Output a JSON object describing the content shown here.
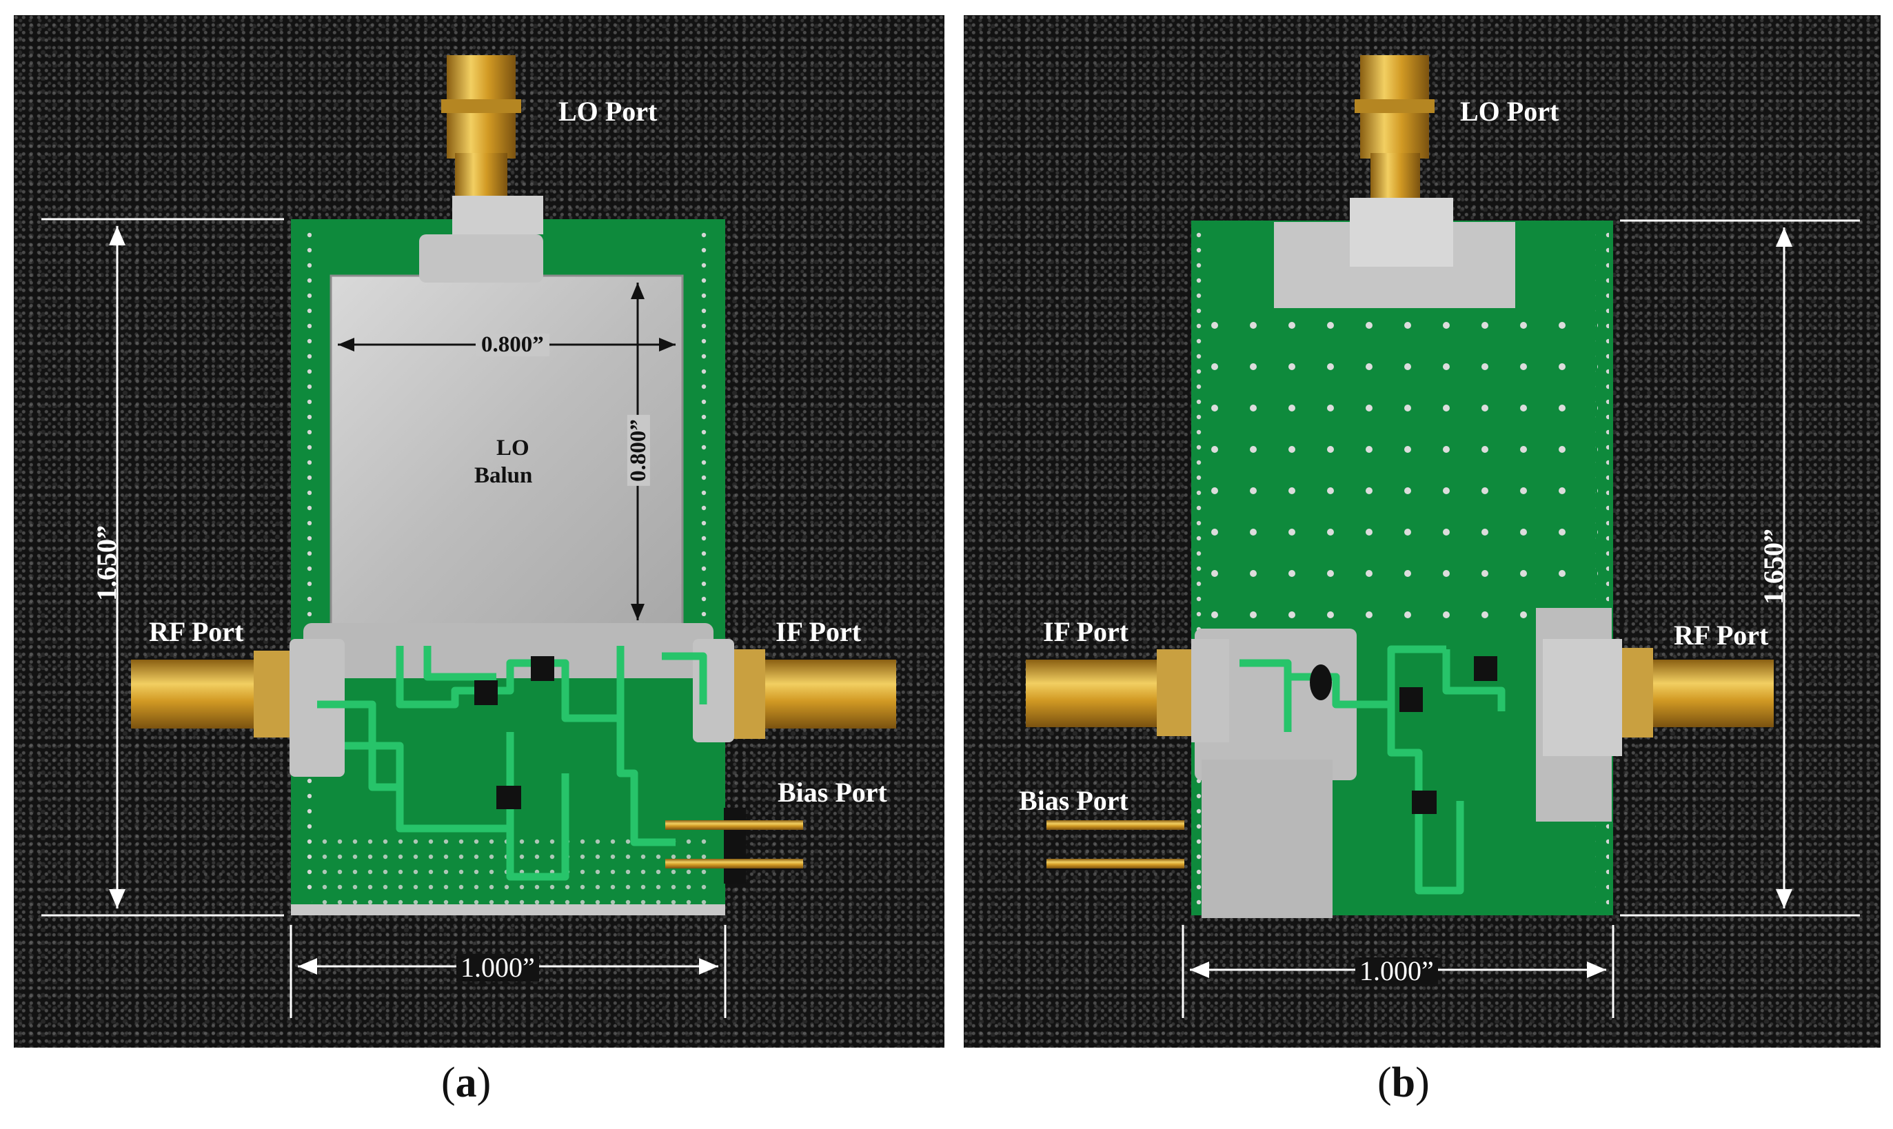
{
  "panels": [
    {
      "caption_open": "(",
      "caption_letter": "a",
      "caption_close": ")",
      "labels": {
        "lo_port": "LO Port",
        "rf_port": "RF Port",
        "if_port": "IF Port",
        "bias_port": "Bias Port",
        "board_height": "1.650”",
        "board_width": "1.000”",
        "balun_width": "0.800”",
        "balun_height": "0.800”",
        "balun_title_1": "LO",
        "balun_title_2": "Balun"
      }
    },
    {
      "caption_open": "(",
      "caption_letter": "b",
      "caption_close": ")",
      "labels": {
        "lo_port": "LO Port",
        "if_port": "IF Port",
        "rf_port": "RF Port",
        "bias_port": "Bias Port",
        "board_height": "1.650”",
        "board_width": "1.000”"
      }
    }
  ],
  "colors": {
    "pcb_green": "#0e8a3c",
    "trace_green": "#27c46a",
    "solder_silver": "#c9c9c9",
    "connector_gold": "#d6a52c",
    "foam_black": "#121212",
    "dimension_white": "#ffffff"
  }
}
